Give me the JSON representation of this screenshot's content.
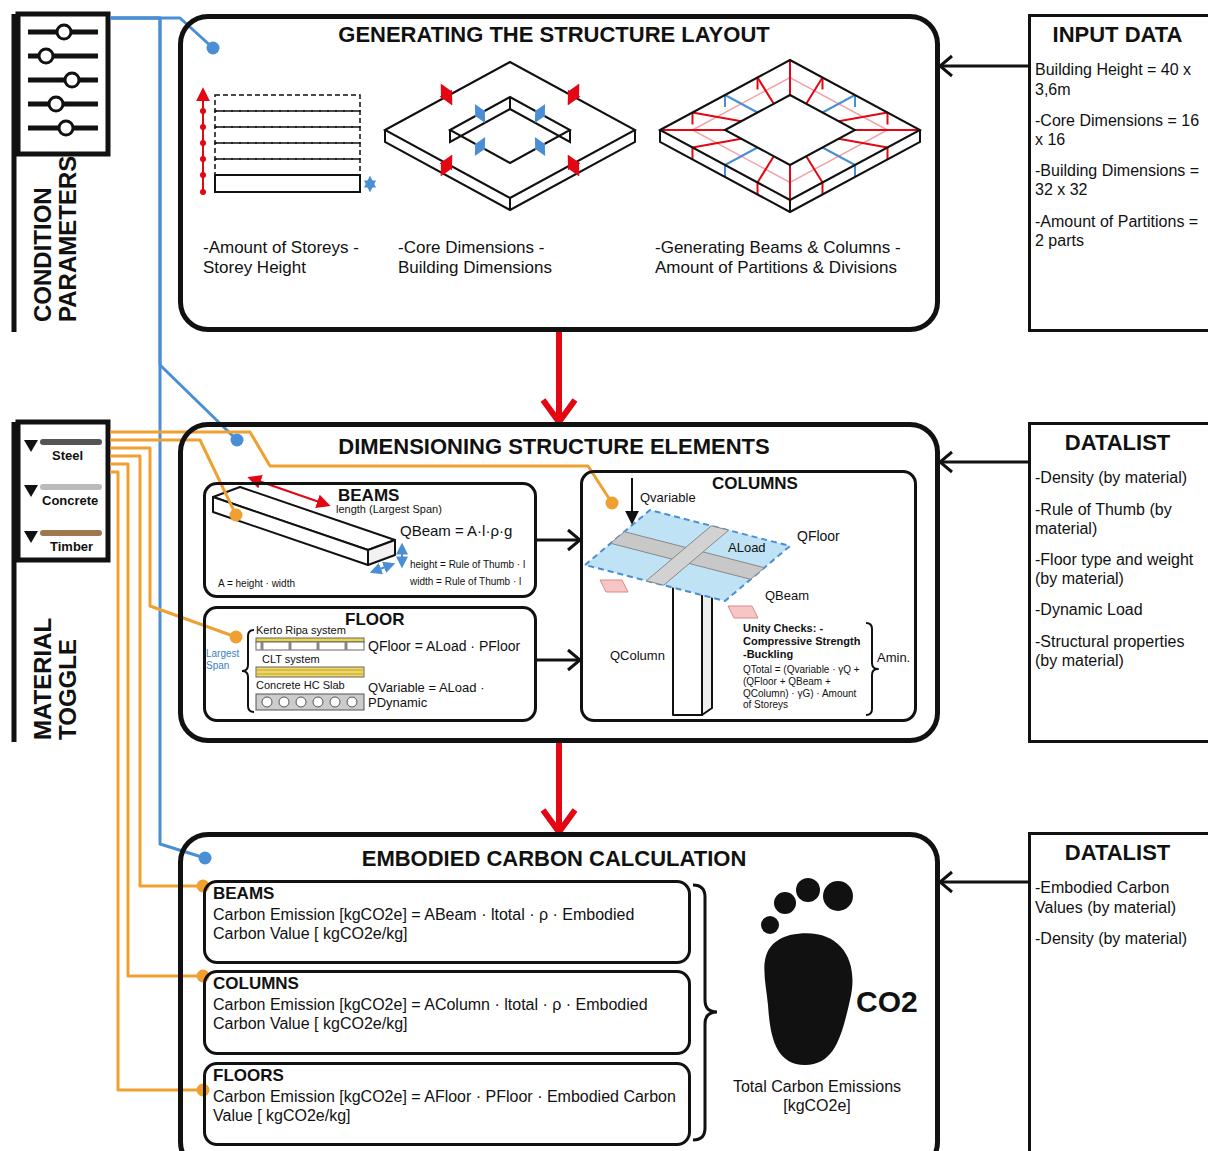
{
  "diagram": {
    "nodes": [
      {
        "text": [
          "CONDITION PARAMETERS"
        ]
      },
      {
        "text": [
          "GENERATING THE STRUCTURE LAYOUT",
          "-Amount of Storeys -Storey Height",
          "-Core Dimensions -Building Dimensions",
          "-Generating Beams & Columns -Amount of Partitions & Divisions"
        ]
      },
      {
        "text": [
          "INPUT DATA",
          "Building Height = 40 x 3,6m",
          "-Core Dimensions = 16 x 16",
          "-Building Dimensions = 32 x 32",
          "-Amount of Partitions = 2 parts"
        ]
      },
      {
        "text": [
          "MATERIAL TOGGLE",
          "Steel",
          "Concrete",
          "Timber"
        ]
      },
      {
        "text": [
          "DIMENSIONING STRUCTURE ELEMENTS"
        ]
      },
      {
        "text": [
          "BEAMS",
          "length (Largest Span)",
          "QBeam = A·l·ρ·g",
          "height = Rule of Thumb · l",
          "width = Rule of Thumb · l",
          "A = height · width"
        ],
        "in": 4
      },
      {
        "text": [
          "FLOOR",
          "Kerto Ripa system",
          "CLT system",
          "Concrete HC Slab",
          "Largest Span",
          "QFloor = ALoad · PFloor",
          "QVariable = ALoad · PDynamic"
        ],
        "in": 4
      },
      {
        "text": [
          "COLUMNS",
          "Qvariable",
          "QFloor",
          "ALoad",
          "QBeam",
          "QColumn",
          "Unity Checks: -Compressive Strength -Buckling",
          "Amin.",
          "QTotal = (Qvariable · γQ + (QFloor + QBeam + QColumn) · γG) · Amount of Storeys"
        ],
        "in": 4
      },
      {
        "text": [
          "DATALIST",
          "-Density (by material)",
          "-Rule of Thumb (by material)",
          "-Floor type and weight (by material)",
          "-Dynamic Load",
          "-Structural properties (by material)"
        ]
      },
      {
        "text": [
          "EMBODIED CARBON CALCULATION",
          "Total Carbon Emissions [kgCO2e]"
        ]
      },
      {
        "text": [
          "BEAMS",
          "Carbon Emission [kgCO2e] = ABeam · ltotal · ρ · Embodied Carbon Value [ kgCO2e/kg]"
        ],
        "in": 9
      },
      {
        "text": [
          "COLUMNS",
          "Carbon Emission [kgCO2e] = AColumn · ltotal · ρ · Embodied Carbon Value [ kgCO2e/kg]"
        ],
        "in": 9
      },
      {
        "text": [
          "FLOORS",
          "Carbon Emission [kgCO2e] = AFloor · PFloor · Embodied Carbon Value [ kgCO2e/kg]"
        ],
        "in": 9
      },
      {
        "text": [
          "DATALIST",
          "-Embodied Carbon Values (by material)",
          "-Density (by material)"
        ]
      }
    ],
    "edges": [
      {
        "from": 0,
        "to": 1,
        "arrow": "none"
      },
      {
        "from": 0,
        "to": 4,
        "arrow": "none"
      },
      {
        "from": 0,
        "to": 9,
        "arrow": "none"
      },
      {
        "from": 3,
        "to": 5,
        "arrow": "none"
      },
      {
        "from": 3,
        "to": 6,
        "arrow": "none"
      },
      {
        "from": 3,
        "to": 7,
        "arrow": "none"
      },
      {
        "from": 3,
        "to": 10,
        "arrow": "none"
      },
      {
        "from": 3,
        "to": 11,
        "arrow": "none"
      },
      {
        "from": 3,
        "to": 12,
        "arrow": "none"
      },
      {
        "from": 2,
        "to": 1,
        "arrow": "to"
      },
      {
        "from": 1,
        "to": 4,
        "arrow": "to"
      },
      {
        "from": 8,
        "to": 4,
        "arrow": "to"
      },
      {
        "from": 4,
        "to": 9,
        "arrow": "to"
      },
      {
        "from": 13,
        "to": 9,
        "arrow": "to"
      },
      {
        "from": 5,
        "to": 7,
        "arrow": "to"
      },
      {
        "from": 6,
        "to": 7,
        "arrow": "to"
      }
    ],
    "labels": [
      "CO2"
    ]
  }
}
